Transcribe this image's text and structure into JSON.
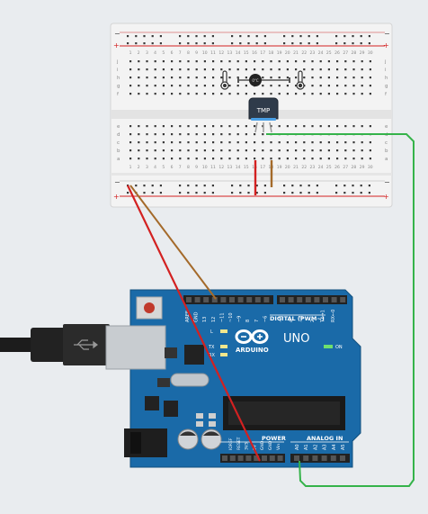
{
  "breadboard": {
    "rail_minus": "−",
    "rail_plus": "+",
    "row_labels_top": [
      "j",
      "i",
      "h",
      "g",
      "f"
    ],
    "row_labels_bottom": [
      "e",
      "d",
      "c",
      "b",
      "a"
    ],
    "column_numbers": [
      "1",
      "2",
      "3",
      "4",
      "5",
      "6",
      "7",
      "8",
      "9",
      "10",
      "11",
      "12",
      "13",
      "14",
      "15",
      "16",
      "17",
      "18",
      "19",
      "20",
      "21",
      "22",
      "23",
      "24",
      "25",
      "26",
      "27",
      "28",
      "29",
      "30"
    ]
  },
  "sensor": {
    "label": "TMP",
    "indicator_label": "0°C"
  },
  "arduino": {
    "logo_text": "ARDUINO",
    "model": "UNO",
    "on_label": "ON",
    "led_l": "L",
    "led_tx": "TX",
    "led_rx": "RX",
    "digital_label": "DIGITAL (PWM~)",
    "power_label": "POWER",
    "analog_label": "ANALOG IN",
    "top_header_pins": [
      "AREF",
      "GND",
      "13",
      "12",
      "~11",
      "~10",
      "~9",
      "8",
      "7",
      "~6",
      "~5",
      "4",
      "~3",
      "2",
      "TX→1",
      "RX←0"
    ],
    "power_pins": [
      "IOREF",
      "RESET",
      "3V3",
      "5V",
      "GND",
      "GND",
      "Vin"
    ],
    "analog_pins": [
      "A0",
      "A1",
      "A2",
      "A3",
      "A4",
      "A5"
    ]
  },
  "colors": {
    "canvas": "#e9ecef",
    "board": "#1a6aa8",
    "wire_red": "#d32121",
    "wire_brown": "#a46a2a",
    "wire_green": "#35b34a"
  }
}
